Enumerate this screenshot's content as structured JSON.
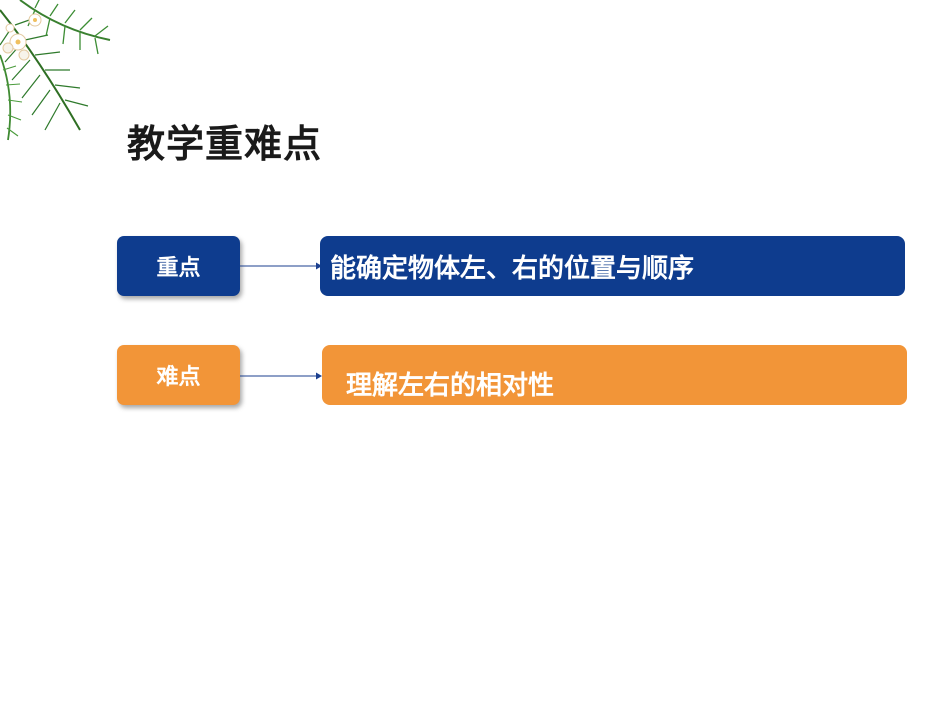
{
  "slide": {
    "title": "教学重难点",
    "rows": [
      {
        "tag": "重点",
        "text": "能确定物体左、右的位置与顺序"
      },
      {
        "tag": "难点",
        "text": "理解左右的相对性"
      }
    ]
  },
  "colors": {
    "primary": "#0e3c8e",
    "accent": "#f29538",
    "arrow": "#1b3f8f",
    "title": "#1a1a1a"
  },
  "icons": {
    "decor": "palm-leaves-flowers-icon",
    "connector": "arrow-right-icon"
  }
}
